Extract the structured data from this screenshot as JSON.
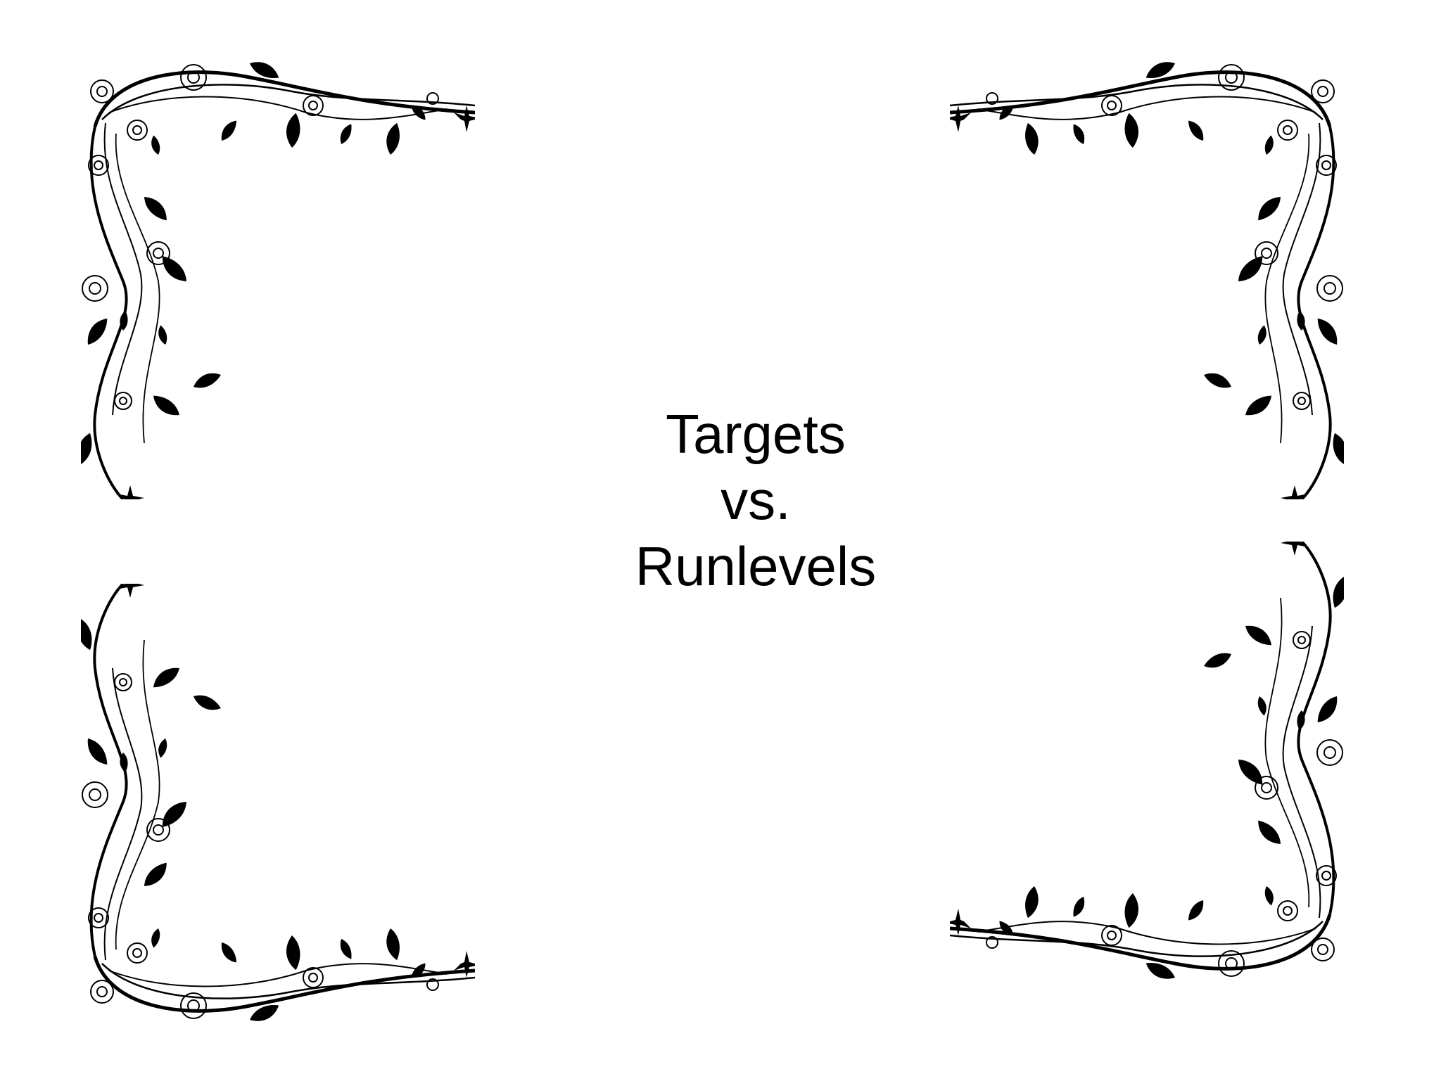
{
  "slide": {
    "title_lines": [
      "Targets",
      "vs.",
      "Runlevels"
    ],
    "text_color": "#000000",
    "background_color": "#ffffff",
    "ornament_color": "#000000"
  },
  "decorations": {
    "top_left": "vine-corner-ornament",
    "top_right": "vine-corner-ornament",
    "bottom_left": "vine-corner-ornament",
    "bottom_right": "vine-corner-ornament"
  }
}
